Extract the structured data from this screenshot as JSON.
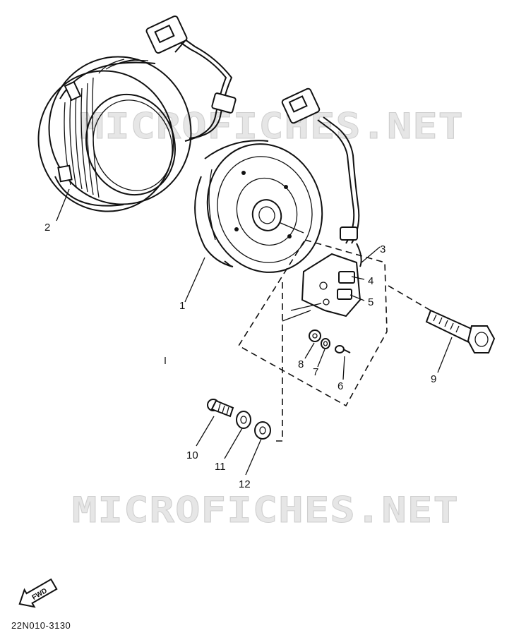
{
  "watermark": {
    "text": "MICROFICHES.NET"
  },
  "parts": [
    {
      "id": "1",
      "label": "1",
      "name_icon": "flywheel-rotor"
    },
    {
      "id": "2",
      "label": "2",
      "name_icon": "stator-assembly"
    },
    {
      "id": "3",
      "label": "3",
      "name_icon": "pickup-coil-assembly"
    },
    {
      "id": "4",
      "label": "4",
      "name_icon": "pickup-coil"
    },
    {
      "id": "5",
      "label": "5",
      "name_icon": "pickup-plate"
    },
    {
      "id": "6",
      "label": "6",
      "name_icon": "screw"
    },
    {
      "id": "7",
      "label": "7",
      "name_icon": "lock-washer"
    },
    {
      "id": "8",
      "label": "8",
      "name_icon": "washer"
    },
    {
      "id": "9",
      "label": "9",
      "name_icon": "bolt"
    },
    {
      "id": "10",
      "label": "10",
      "name_icon": "bolt"
    },
    {
      "id": "11",
      "label": "11",
      "name_icon": "lock-washer"
    },
    {
      "id": "12",
      "label": "12",
      "name_icon": "washer"
    }
  ],
  "forward_arrow": {
    "label": "FWD"
  },
  "diagram_code": "22N010-3130"
}
